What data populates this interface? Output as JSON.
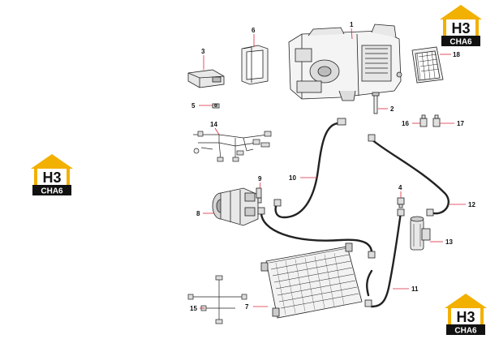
{
  "brand": {
    "logo_text": "H3",
    "logo_subtext": "CHA6",
    "colors": {
      "roof": "#f2b000",
      "h3": "#111111",
      "band": "#111111",
      "band_text": "#ffffff"
    }
  },
  "callouts": [
    {
      "id": "1",
      "label": "1"
    },
    {
      "id": "2",
      "label": "2"
    },
    {
      "id": "3",
      "label": "3"
    },
    {
      "id": "4",
      "label": "4"
    },
    {
      "id": "5",
      "label": "5"
    },
    {
      "id": "6",
      "label": "6"
    },
    {
      "id": "7",
      "label": "7"
    },
    {
      "id": "8",
      "label": "8"
    },
    {
      "id": "9",
      "label": "9"
    },
    {
      "id": "10",
      "label": "10"
    },
    {
      "id": "11",
      "label": "11"
    },
    {
      "id": "12",
      "label": "12"
    },
    {
      "id": "13",
      "label": "13"
    },
    {
      "id": "14",
      "label": "14"
    },
    {
      "id": "15",
      "label": "15"
    },
    {
      "id": "16",
      "label": "16"
    },
    {
      "id": "17",
      "label": "17"
    },
    {
      "id": "18",
      "label": "18"
    }
  ],
  "colors": {
    "line": "#222222",
    "leader": "#d9263a",
    "part_fill": "#f4f4f4",
    "part_dark": "#555555"
  }
}
